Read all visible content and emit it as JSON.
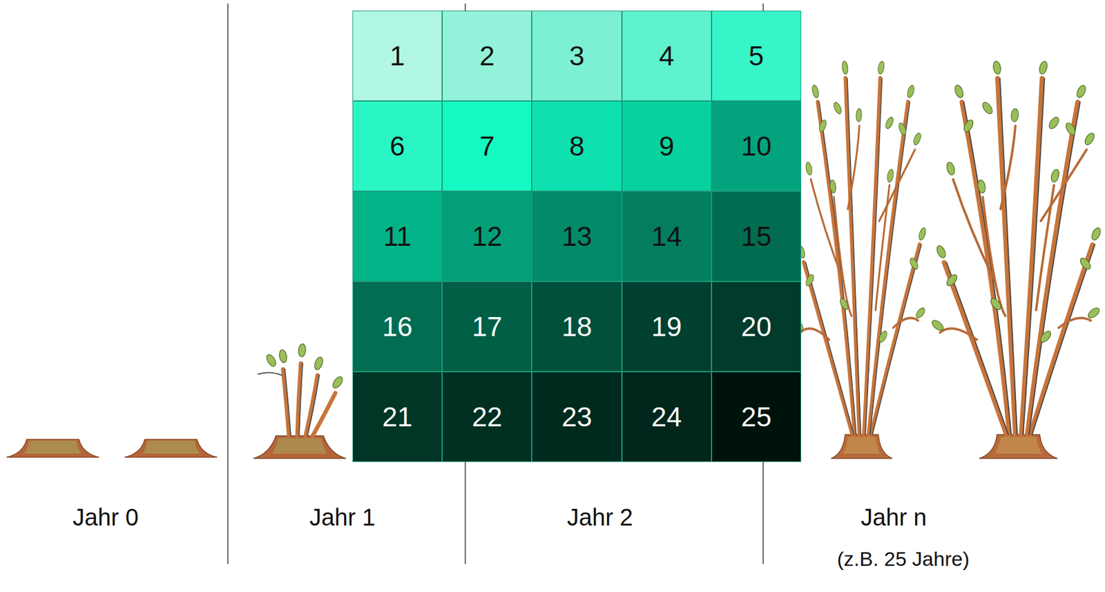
{
  "diagram": {
    "nodes": [
      {
        "text": [
          "1"
        ]
      },
      {
        "text": [
          "2"
        ]
      },
      {
        "text": [
          "3"
        ]
      },
      {
        "text": [
          "4"
        ]
      },
      {
        "text": [
          "5"
        ]
      },
      {
        "text": [
          "6"
        ]
      },
      {
        "text": [
          "7"
        ]
      },
      {
        "text": [
          "8"
        ]
      },
      {
        "text": [
          "9"
        ]
      },
      {
        "text": [
          "10"
        ]
      },
      {
        "text": [
          "11"
        ]
      },
      {
        "text": [
          "12"
        ]
      },
      {
        "text": [
          "13"
        ]
      },
      {
        "text": [
          "14"
        ]
      },
      {
        "text": [
          "15"
        ]
      },
      {
        "text": [
          "16"
        ]
      },
      {
        "text": [
          "17"
        ]
      },
      {
        "text": [
          "18"
        ]
      },
      {
        "text": [
          "19"
        ]
      },
      {
        "text": [
          "20"
        ]
      },
      {
        "text": [
          "21"
        ]
      },
      {
        "text": [
          "22"
        ]
      },
      {
        "text": [
          "23"
        ]
      },
      {
        "text": [
          "24"
        ]
      },
      {
        "text": [
          "25"
        ]
      }
    ],
    "labels": [
      "Jahr 0",
      "Jahr 1",
      "Jahr 2",
      "Jahr n",
      "(z.B. 25 Jahre)"
    ]
  }
}
